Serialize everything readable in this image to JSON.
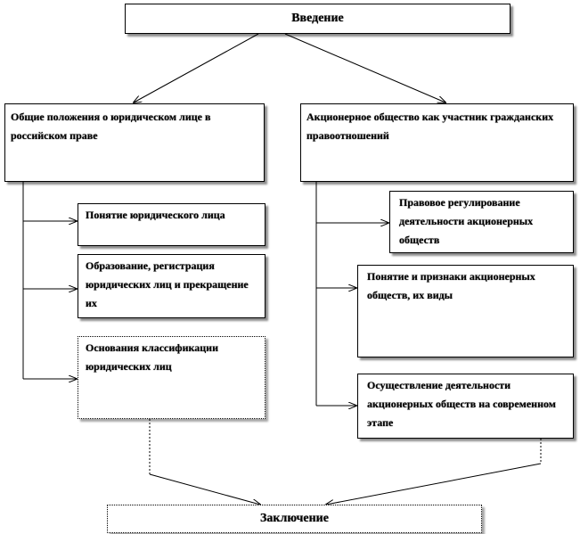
{
  "diagram": {
    "top": {
      "label": "Введение"
    },
    "left_main": {
      "label": "Общие положения о юридическом лице в российском праве"
    },
    "left_items": [
      {
        "label": "Понятие юридического лица"
      },
      {
        "label": "Образование, регистрация юридических лиц и прекращение их"
      },
      {
        "label": "Основания классификации юридических лиц"
      }
    ],
    "right_main": {
      "label": "Акционерное общество как участник гражданских правоотношений"
    },
    "right_items": [
      {
        "label": "Правовое регулирование деятельности акционерных обществ"
      },
      {
        "label": "Понятие и признаки акционерных обществ, их виды"
      },
      {
        "label": "Осуществление деятельности акционерных обществ на современном этапе"
      }
    ],
    "bottom": {
      "label": "Заключение"
    }
  }
}
